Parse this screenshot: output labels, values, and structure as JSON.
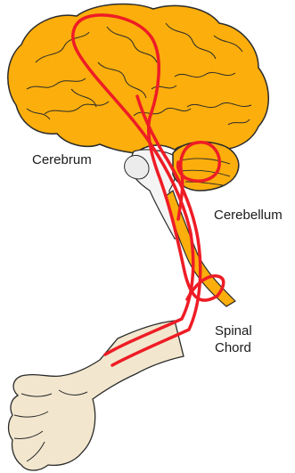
{
  "labels": {
    "cerebrum": "Cerebrum",
    "cerebellum": "Cerebellum",
    "spinal_line1": "Spinal",
    "spinal_line2": "Chord"
  },
  "colors": {
    "brain": "#FBAE0C",
    "outline": "#2a2a2a",
    "pathway": "#EE1C25",
    "skin": "#F2E7CE",
    "background": "#FFFFFF"
  },
  "icons": {
    "brain": "brain-icon",
    "hand": "hand-icon"
  }
}
